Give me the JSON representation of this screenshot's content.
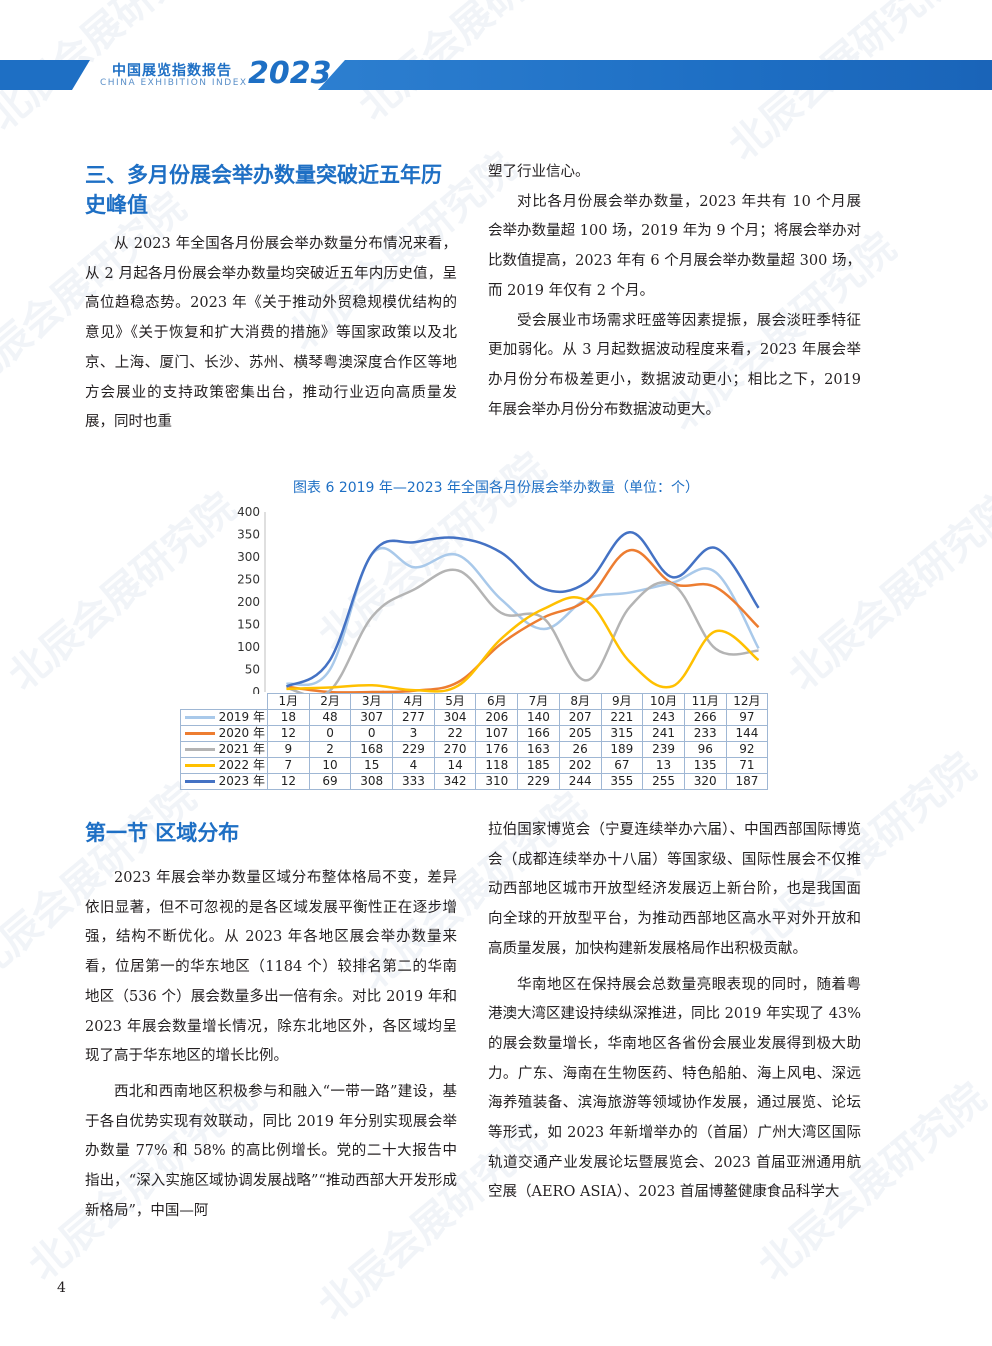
{
  "header": {
    "title_cn": "中国展览指数报告",
    "title_en": "CHINA EXHIBITION INDEX",
    "year": "2023"
  },
  "colors": {
    "brand_blue": "#1e6fc4"
  },
  "watermark": "北辰会展研究院",
  "section3": {
    "heading": "三、多月份展会举办数量突破近五年历史峰值",
    "p1": "从 2023 年全国各月份展会举办数量分布情况来看，从 2 月起各月份展会举办数量均突破近五年内历史值，呈高位趋稳态势。2023 年《关于推动外贸稳规模优结构的意见》《关于恢复和扩大消费的措施》等国家政策以及北京、上海、厦门、长沙、苏州、横琴粤澳深度合作区等地方会展业的支持政策密集出台，推动行业迈向高质量发展，同时也重",
    "p1_cont": "塑了行业信心。",
    "p2": "对比各月份展会举办数量，2023 年共有 10 个月展会举办数量超 100 场，2019 年为 9 个月；将展会举办对比数值提高，2023 年有 6 个月展会举办数量超 300 场，而 2019 年仅有 2 个月。",
    "p3": "受会展业市场需求旺盛等因素提振，展会淡旺季特征更加弱化。从 3 月起数据波动程度来看，2023 年展会举办月份分布极差更小，数据波动更小；相比之下，2019 年展会举办月份分布数据波动更大。"
  },
  "chart_data": {
    "type": "line",
    "title": "图表 6 2019 年—2023 年全国各月份展会举办数量（单位：个）",
    "categories": [
      "1月",
      "2月",
      "3月",
      "4月",
      "5月",
      "6月",
      "7月",
      "8月",
      "9月",
      "10月",
      "11月",
      "12月"
    ],
    "ylim": [
      0,
      400
    ],
    "yticks": [
      0,
      50,
      100,
      150,
      200,
      250,
      300,
      350,
      400
    ],
    "grid": false,
    "legend": "data-table",
    "series": [
      {
        "name": "2019 年",
        "color": "#a9c9ea",
        "values": [
          18,
          48,
          307,
          277,
          304,
          206,
          140,
          207,
          221,
          243,
          266,
          97
        ]
      },
      {
        "name": "2020 年",
        "color": "#ed7d31",
        "values": [
          12,
          0,
          0,
          3,
          22,
          107,
          166,
          205,
          315,
          241,
          233,
          144
        ]
      },
      {
        "name": "2021 年",
        "color": "#b4b4b4",
        "values": [
          9,
          2,
          168,
          229,
          270,
          176,
          163,
          26,
          189,
          239,
          96,
          92
        ]
      },
      {
        "name": "2022 年",
        "color": "#ffc000",
        "values": [
          7,
          10,
          15,
          4,
          14,
          118,
          185,
          202,
          67,
          13,
          135,
          71
        ]
      },
      {
        "name": "2023 年",
        "color": "#4472c4",
        "values": [
          12,
          69,
          308,
          333,
          342,
          310,
          229,
          244,
          355,
          255,
          320,
          187
        ]
      }
    ]
  },
  "section_region": {
    "heading": "第一节 区域分布",
    "p1": "2023 年展会举办数量区域分布整体格局不变，差异依旧显著，但不可忽视的是各区域发展平衡性正在逐步增强，结构不断优化。从 2023 年各地区展会举办数量来看，位居第一的华东地区（1184 个）较排名第二的华南地区（536 个）展会数量多出一倍有余。对比 2019 年和 2023 年展会数量增长情况，除东北地区外，各区域均呈现了高于华东地区的增长比例。",
    "p2": "西北和西南地区积极参与和融入“一带一路”建设，基于各自优势实现有效联动，同比 2019 年分别实现展会举办数量 77% 和 58% 的高比例增长。党的二十大报告中指出，“深入实施区域协调发展战略”“推动西部大开发形成新格局”，中国—阿",
    "p2_cont": "拉伯国家博览会（宁夏连续举办六届）、中国西部国际博览会（成都连续举办十八届）等国家级、国际性展会不仅推动西部地区城市开放型经济发展迈上新台阶，也是我国面向全球的开放型平台，为推动西部地区高水平对外开放和高质量发展，加快构建新发展格局作出积极贡献。",
    "p3": "华南地区在保持展会总数量亮眼表现的同时，随着粤港澳大湾区建设持续纵深推进，同比 2019 年实现了 43% 的展会数量增长，华南地区各省份会展业发展得到极大助力。广东、海南在生物医药、特色船舶、海上风电、深远海养殖装备、滨海旅游等领域协作发展，通过展览、论坛等形式，如 2023 年新增举办的（首届）广州大湾区国际轨道交通产业发展论坛暨展览会、2023 首届亚洲通用航空展（AERO ASIA）、2023 首届博鳌健康食品科学大"
  },
  "page_number": "4"
}
